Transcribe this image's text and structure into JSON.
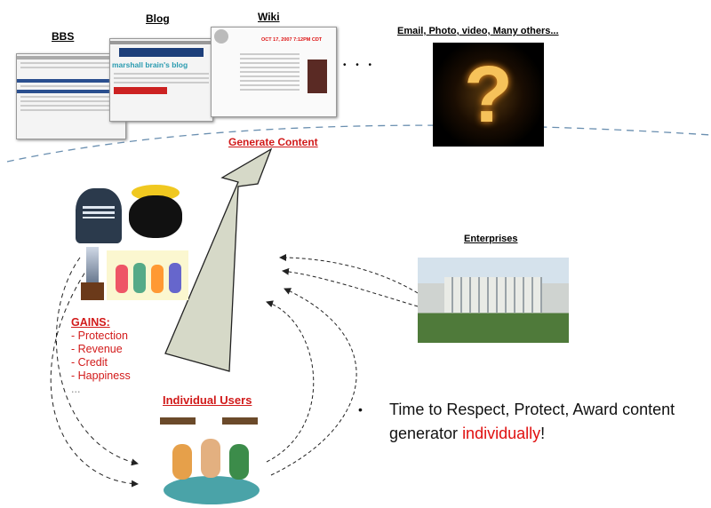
{
  "labels": {
    "bbs": "BBS",
    "blog": "Blog",
    "wiki": "Wiki",
    "others": "Email, Photo, video, Many others...",
    "ellipsis": "• • •",
    "generate": "Generate Content",
    "enterprises": "Enterprises",
    "users": "Individual Users"
  },
  "blog_title": "marshall brain's blog",
  "wiki_date": "OCT 17, 2007 7:12PM CDT",
  "question_mark": "?",
  "gains": {
    "title": "GAINS:",
    "items": [
      "- Protection",
      "- Revenue",
      "- Credit",
      "- Happiness",
      "..."
    ]
  },
  "bullet": {
    "mark": "•",
    "line1": "Time to Respect, Protect, Award content",
    "line2_prefix": "generator ",
    "line2_highlight": "individually",
    "line2_suffix": "!"
  },
  "colors": {
    "accent_red": "#d11a1a",
    "arrow_fill": "#d6d9c8"
  }
}
